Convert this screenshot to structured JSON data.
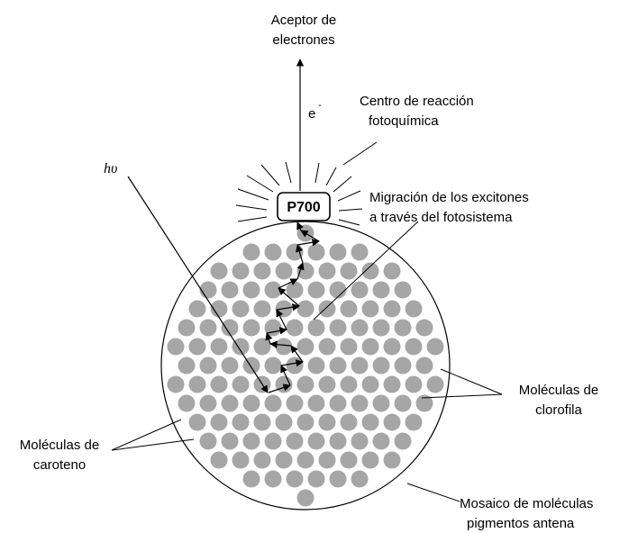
{
  "labels": {
    "acceptor": [
      "Aceptor de",
      "electrones"
    ],
    "electron": "e",
    "electron_sup": "-",
    "center": [
      "Centro de reacción",
      "fotoquímica"
    ],
    "photon": "hυ",
    "p700": "P700",
    "migration": [
      "Migración de los excitones",
      "a través del fotosistema"
    ],
    "chlorophyll": [
      "Moléculas de",
      "clorofila"
    ],
    "carotene": [
      "Moléculas de",
      "caroteno"
    ],
    "mosaic": [
      "Mosaico de moléculas",
      "pigmentos antena"
    ]
  },
  "colors": {
    "pigment": "#a6a6a6",
    "line": "#000000",
    "background": "#ffffff"
  }
}
